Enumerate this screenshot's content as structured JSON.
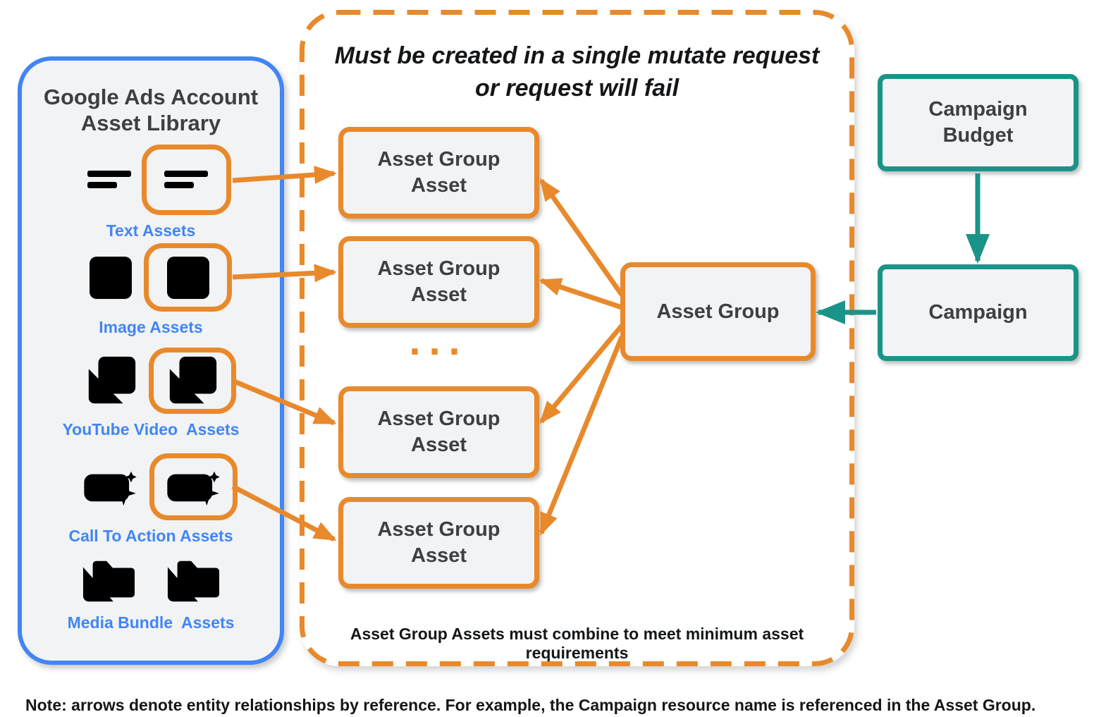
{
  "colors": {
    "blue": "#4285F4",
    "orange": "#E8892C",
    "teal": "#1A9488",
    "box_fill": "#F1F3F4",
    "dark_text": "#3C4043",
    "black_text": "#141618"
  },
  "library": {
    "title_line1": "Google Ads Account",
    "title_line2": "Asset Library",
    "rows": [
      {
        "label": "Text Assets",
        "icon": "text-asset-icon",
        "highlighted": true
      },
      {
        "label": "Image Assets",
        "icon": "image-asset-icon",
        "highlighted": true
      },
      {
        "label": "YouTube Video  Assets",
        "icon": "youtube-video-asset-icon",
        "highlighted": true
      },
      {
        "label": "Call To Action Assets",
        "icon": "call-to-action-asset-icon",
        "highlighted": true
      },
      {
        "label": "Media Bundle  Assets",
        "icon": "media-bundle-asset-icon",
        "highlighted": false
      }
    ]
  },
  "mutate_group": {
    "title_line1": "Must be created in a single mutate request",
    "title_line2": "or request will fail",
    "asset_group_asset_label": "Asset Group Asset",
    "asset_group_asset_count": 4,
    "ellipsis": "...",
    "caption": "Asset Group Assets must combine to meet minimum asset requirements"
  },
  "nodes": {
    "asset_group": "Asset Group",
    "campaign_budget": "Campaign Budget",
    "campaign": "Campaign"
  },
  "note": "Note: arrows denote entity relationships by reference. For example, the Campaign resource name is referenced in the Asset Group."
}
